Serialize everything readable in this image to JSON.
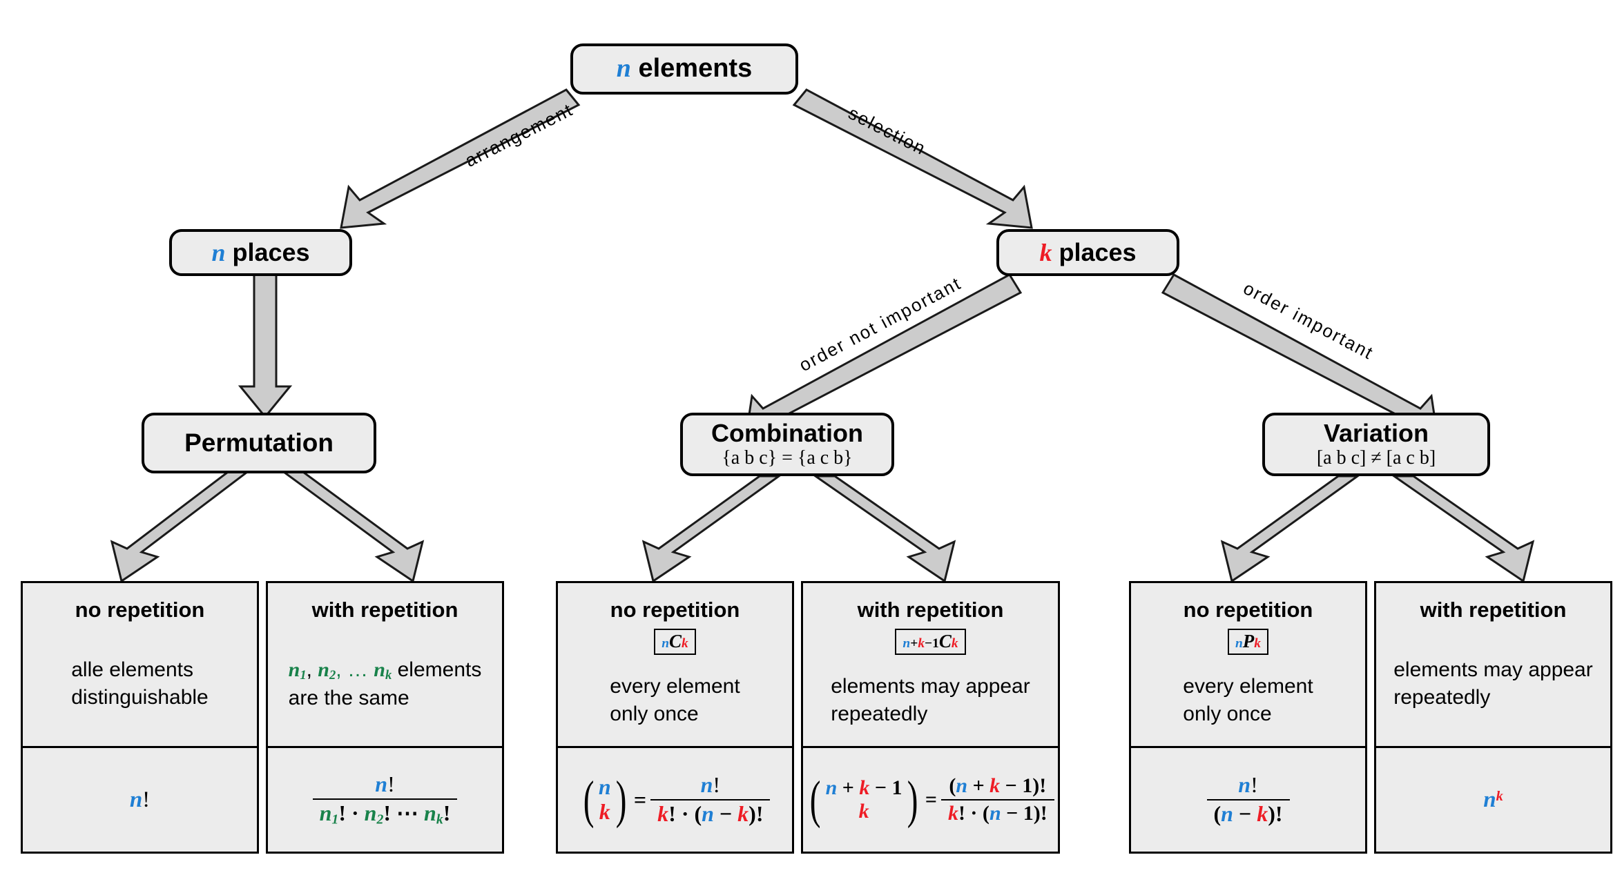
{
  "diagram": {
    "title": "Combinatorics decision tree",
    "colors": {
      "n": "#1f7fd4",
      "k": "#ee1c25",
      "group": "#18824a",
      "box_fill": "#ececec",
      "arrow_fill": "#cccccc",
      "outline": "#000000"
    }
  },
  "root": {
    "label_var": "n",
    "label_text": "elements"
  },
  "edges": {
    "arrangement": "arrangement",
    "selection": "selection",
    "order_not_important": "order not important",
    "order_important": "order important"
  },
  "level2": {
    "left": {
      "var": "n",
      "text": "places"
    },
    "right": {
      "var": "k",
      "text": "places"
    }
  },
  "level3": {
    "permutation": {
      "title": "Permutation",
      "sub": ""
    },
    "combination": {
      "title": "Combination",
      "sub": "{a b c} = {a c b}"
    },
    "variation": {
      "title": "Variation",
      "sub": "[a b c] ≠ [a c b]"
    }
  },
  "leaves": [
    {
      "head": "no repetition",
      "notation": "",
      "desc_line1": "alle elements",
      "desc_line2": "distinguishable",
      "formula": "n!"
    },
    {
      "head": "with repetition",
      "notation": "",
      "desc_line1": "n₁, n₂, … n_k elements",
      "desc_line2": "are the same",
      "formula": "n! / (n₁! · n₂! ⋯ n_k!)"
    },
    {
      "head": "no repetition",
      "notation": "nCk",
      "desc_line1": "every element",
      "desc_line2": "only once",
      "formula": "(n choose k) = n! / (k! · (n − k)!)"
    },
    {
      "head": "with repetition",
      "notation": "n+k−1Ck",
      "desc_line1": "elements may appear",
      "desc_line2": "repeatedly",
      "formula": "(n+k−1 choose k) = (n + k − 1)! / (k! · (n − 1)!)"
    },
    {
      "head": "no repetition",
      "notation": "nPk",
      "desc_line1": "every element",
      "desc_line2": "only once",
      "formula": "n! / (n − k)!"
    },
    {
      "head": "with repetition",
      "notation": "",
      "desc_line1": "elements may appear",
      "desc_line2": "repeatedly",
      "formula": "n^k"
    }
  ],
  "symbols": {
    "n": "n",
    "k": "k",
    "one": "1",
    "factorial": "!",
    "dot": "·",
    "ellipsis": "⋯",
    "minus": "−",
    "plus": "+",
    "equals": "=",
    "C": "C",
    "P": "P",
    "n1": "n",
    "n2": "n",
    "nk": "n",
    "sub1": "1",
    "sub2": "2",
    "subk": "k"
  }
}
